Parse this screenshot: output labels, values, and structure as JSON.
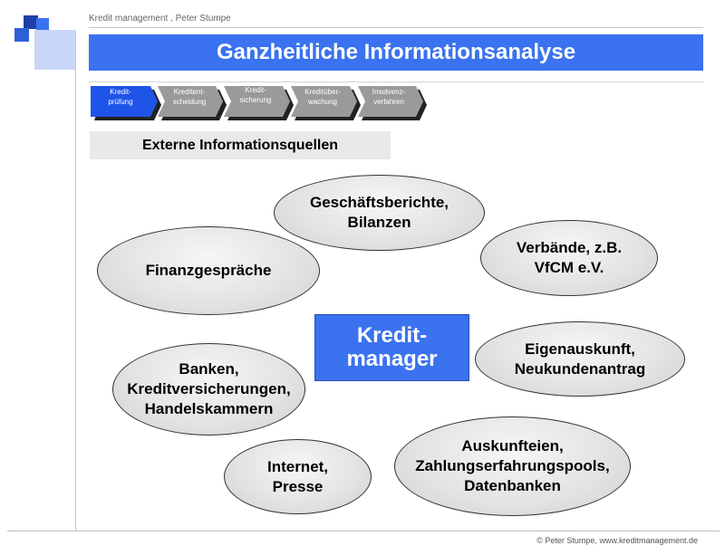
{
  "header": {
    "text": "Kredit management , Peter Stumpe"
  },
  "title": "Ganzheitliche Informationsanalyse",
  "process_steps": [
    {
      "label": "Kredit-\nprüfung",
      "active": true
    },
    {
      "label": "Kreditent-\nscheidung",
      "active": false
    },
    {
      "label": "Kredit-\nsicherung",
      "active": false
    },
    {
      "label": "Kreditüber-\nwachung",
      "active": false
    },
    {
      "label": "Insolvenz-\nverfahren",
      "active": false
    }
  ],
  "section_title": "Externe Informationsquellen",
  "center": "Kredit-\nmanager",
  "sources": [
    "Geschäftsberichte,\nBilanzen",
    "Finanzgespräche",
    "Verbände, z.B.\nVfCM e.V.",
    "Eigenauskunft,\nNeukundenantrag",
    "Banken,\nKreditversicherungen,\nHandelskammern",
    "Auskunfteien,\nZahlungserfahrungspools,\nDatenbanken",
    "Internet,\nPresse"
  ],
  "footer": "© Peter Stumpe,  www.kreditmanagement.de",
  "colors": {
    "accent_blue": "#3a72f0",
    "dark_blue": "#1f3fa8",
    "gray_step": "#9a9a9a",
    "light_square": "#c9d6f7"
  }
}
